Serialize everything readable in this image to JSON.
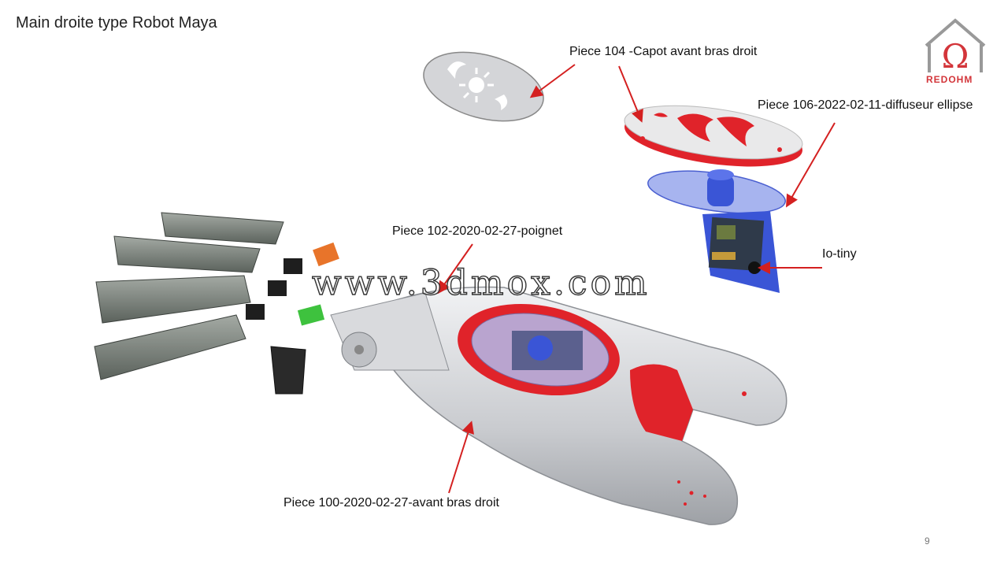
{
  "slide": {
    "title": "Main droite type Robot Maya",
    "page_number": "9"
  },
  "labels": {
    "capot": "Piece 104 -Capot avant bras droit",
    "diffuseur": "Piece 106-2022-02-11-diffuseur ellipse",
    "poignet": "Piece 102-2020-02-27-poignet",
    "iotiny": "Io-tiny",
    "avantbras": "Piece 100-2020-02-27-avant bras droit"
  },
  "logo": {
    "text": "REDOHM",
    "symbol": "Ω"
  },
  "watermark": {
    "text": "www.3dmox.com"
  },
  "colors": {
    "accent_red": "#e0232a",
    "arrow_red": "#d42020",
    "metal": "#c9cbcf",
    "blue": "#3a55d6"
  }
}
